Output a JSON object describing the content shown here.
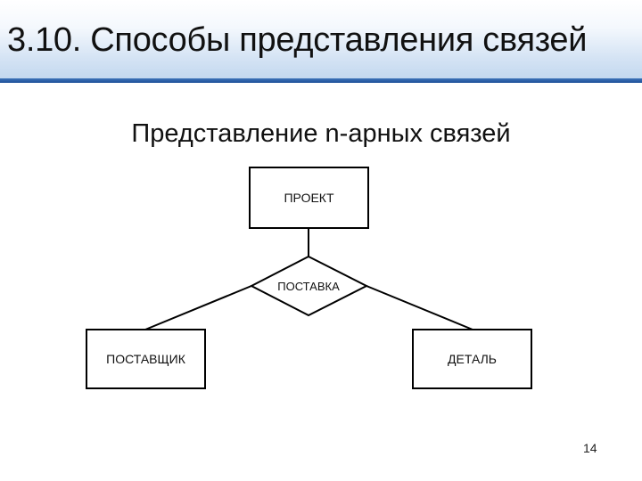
{
  "slide": {
    "title": "3.10. Способы представления связей",
    "subtitle": "Представление n-арных связей",
    "page_number": "14"
  },
  "diagram": {
    "relationship": {
      "label": "ПОСТАВКА"
    },
    "entities": [
      {
        "id": "project",
        "label": "ПРОЕКТ"
      },
      {
        "id": "supplier",
        "label": "ПОСТАВЩИК"
      },
      {
        "id": "detail",
        "label": "ДЕТАЛЬ"
      }
    ]
  }
}
